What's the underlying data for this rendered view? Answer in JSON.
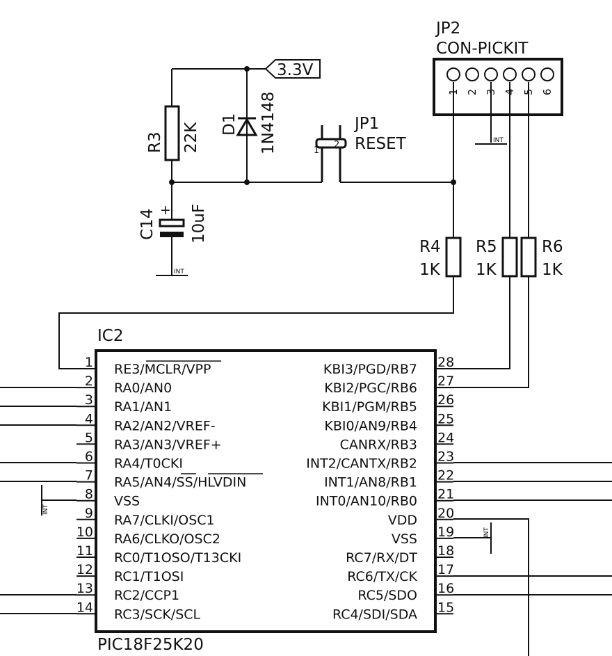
{
  "power": {
    "label": "3.3V"
  },
  "jp2": {
    "ref": "JP2",
    "name": "CON-PICKIT",
    "pins": [
      "1",
      "2",
      "3",
      "4",
      "5",
      "6"
    ]
  },
  "jp1": {
    "ref": "JP1",
    "name": "RESET",
    "pin1": "1",
    "pin2": "2"
  },
  "r3": {
    "ref": "R3",
    "value": "22K"
  },
  "d1": {
    "ref": "D1",
    "value": "1N4148"
  },
  "c14": {
    "ref": "C14",
    "value": "10uF",
    "polarity": "+"
  },
  "r4": {
    "ref": "R4",
    "value": "1K"
  },
  "r5": {
    "ref": "R5",
    "value": "1K"
  },
  "r6": {
    "ref": "R6",
    "value": "1K"
  },
  "gnd_label": "INT",
  "ic2": {
    "ref": "IC2",
    "part": "PIC18F25K20",
    "left_pins": [
      {
        "num": "1",
        "name": "RE3/MCLR/VPP"
      },
      {
        "num": "2",
        "name": "RA0/AN0"
      },
      {
        "num": "3",
        "name": "RA1/AN1"
      },
      {
        "num": "4",
        "name": "RA2/AN2/VREF-"
      },
      {
        "num": "5",
        "name": "RA3/AN3/VREF+"
      },
      {
        "num": "6",
        "name": "RA4/T0CKI"
      },
      {
        "num": "7",
        "name": "RA5/AN4/SS/HLVDIN"
      },
      {
        "num": "8",
        "name": "VSS"
      },
      {
        "num": "9",
        "name": "RA7/CLKI/OSC1"
      },
      {
        "num": "10",
        "name": "RA6/CLKO/OSC2"
      },
      {
        "num": "11",
        "name": "RC0/T1OSO/T13CKI"
      },
      {
        "num": "12",
        "name": "RC1/T1OSI"
      },
      {
        "num": "13",
        "name": "RC2/CCP1"
      },
      {
        "num": "14",
        "name": "RC3/SCK/SCL"
      }
    ],
    "right_pins": [
      {
        "num": "28",
        "name": "KBI3/PGD/RB7"
      },
      {
        "num": "27",
        "name": "KBI2/PGC/RB6"
      },
      {
        "num": "26",
        "name": "KBI1/PGM/RB5"
      },
      {
        "num": "25",
        "name": "KBI0/AN9/RB4"
      },
      {
        "num": "24",
        "name": "CANRX/RB3"
      },
      {
        "num": "23",
        "name": "INT2/CANTX/RB2"
      },
      {
        "num": "22",
        "name": "INT1/AN8/RB1"
      },
      {
        "num": "21",
        "name": "INT0/AN10/RB0"
      },
      {
        "num": "20",
        "name": "VDD"
      },
      {
        "num": "19",
        "name": "VSS"
      },
      {
        "num": "18",
        "name": "RC7/RX/DT"
      },
      {
        "num": "17",
        "name": "RC6/TX/CK"
      },
      {
        "num": "16",
        "name": "RC5/SDO"
      },
      {
        "num": "15",
        "name": "RC4/SDI/SDA"
      }
    ]
  }
}
